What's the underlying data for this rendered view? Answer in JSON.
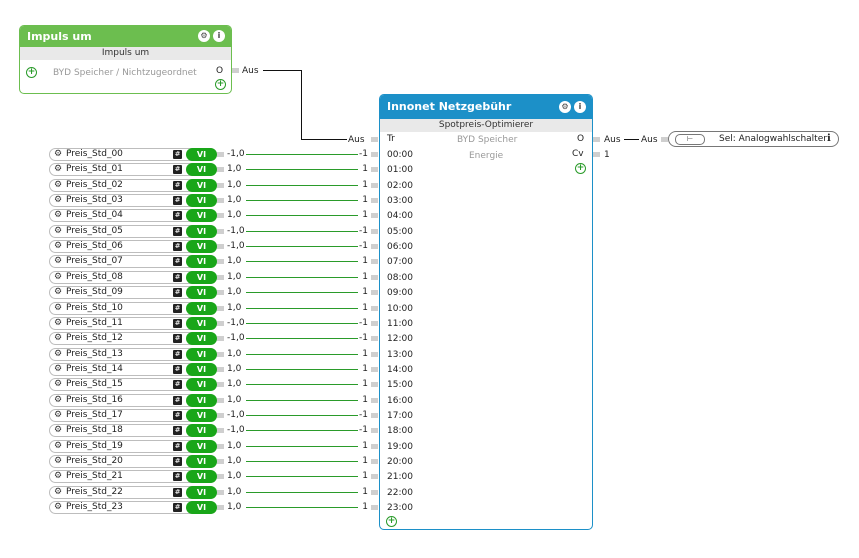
{
  "impuls": {
    "title": "Impuls um",
    "subtitle": "Impuls um",
    "input_label": "BYD Speicher / Nichtzugeordnet",
    "port_symbol": "O",
    "output_value": "Aus",
    "color": "#6cbe4f"
  },
  "innonet": {
    "title": "Innonet Netzgebühr",
    "subtitle": "Spotpreis-Optimierer",
    "name_line1": "BYD Speicher",
    "name_line2": "Energie",
    "tr_label": "Tr",
    "tr_input_value": "Aus",
    "out_o_label": "O",
    "out_o_value": "Aus",
    "out_cv_label": "Cv",
    "out_cv_value": "1",
    "color": "#1c90c8",
    "hours": [
      "00:00",
      "01:00",
      "02:00",
      "03:00",
      "04:00",
      "05:00",
      "06:00",
      "07:00",
      "08:00",
      "09:00",
      "10:00",
      "11:00",
      "12:00",
      "13:00",
      "14:00",
      "15:00",
      "16:00",
      "17:00",
      "18:00",
      "19:00",
      "20:00",
      "21:00",
      "22:00",
      "23:00"
    ],
    "input_values": [
      "-1",
      "1",
      "1",
      "1",
      "1",
      "-1",
      "-1",
      "1",
      "1",
      "1",
      "1",
      "-1",
      "-1",
      "1",
      "1",
      "1",
      "1",
      "-1",
      "-1",
      "1",
      "1",
      "1",
      "1",
      "1"
    ]
  },
  "preis_blocks": [
    {
      "name": "Preis_Std_00",
      "vi": "VI",
      "hash": "#",
      "out": "-1,0"
    },
    {
      "name": "Preis_Std_01",
      "vi": "VI",
      "hash": "#",
      "out": "1,0"
    },
    {
      "name": "Preis_Std_02",
      "vi": "VI",
      "hash": "#",
      "out": "1,0"
    },
    {
      "name": "Preis_Std_03",
      "vi": "VI",
      "hash": "#",
      "out": "1,0"
    },
    {
      "name": "Preis_Std_04",
      "vi": "VI",
      "hash": "#",
      "out": "1,0"
    },
    {
      "name": "Preis_Std_05",
      "vi": "VI",
      "hash": "#",
      "out": "-1,0"
    },
    {
      "name": "Preis_Std_06",
      "vi": "VI",
      "hash": "#",
      "out": "-1,0"
    },
    {
      "name": "Preis_Std_07",
      "vi": "VI",
      "hash": "#",
      "out": "1,0"
    },
    {
      "name": "Preis_Std_08",
      "vi": "VI",
      "hash": "#",
      "out": "1,0"
    },
    {
      "name": "Preis_Std_09",
      "vi": "VI",
      "hash": "#",
      "out": "1,0"
    },
    {
      "name": "Preis_Std_10",
      "vi": "VI",
      "hash": "#",
      "out": "1,0"
    },
    {
      "name": "Preis_Std_11",
      "vi": "VI",
      "hash": "#",
      "out": "-1,0"
    },
    {
      "name": "Preis_Std_12",
      "vi": "VI",
      "hash": "#",
      "out": "-1,0"
    },
    {
      "name": "Preis_Std_13",
      "vi": "VI",
      "hash": "#",
      "out": "1,0"
    },
    {
      "name": "Preis_Std_14",
      "vi": "VI",
      "hash": "#",
      "out": "1,0"
    },
    {
      "name": "Preis_Std_15",
      "vi": "VI",
      "hash": "#",
      "out": "1,0"
    },
    {
      "name": "Preis_Std_16",
      "vi": "VI",
      "hash": "#",
      "out": "1,0"
    },
    {
      "name": "Preis_Std_17",
      "vi": "VI",
      "hash": "#",
      "out": "-1,0"
    },
    {
      "name": "Preis_Std_18",
      "vi": "VI",
      "hash": "#",
      "out": "-1,0"
    },
    {
      "name": "Preis_Std_19",
      "vi": "VI",
      "hash": "#",
      "out": "1,0"
    },
    {
      "name": "Preis_Std_20",
      "vi": "VI",
      "hash": "#",
      "out": "1,0"
    },
    {
      "name": "Preis_Std_21",
      "vi": "VI",
      "hash": "#",
      "out": "1,0"
    },
    {
      "name": "Preis_Std_22",
      "vi": "VI",
      "hash": "#",
      "out": "1,0"
    },
    {
      "name": "Preis_Std_23",
      "vi": "VI",
      "hash": "#",
      "out": "1,0"
    }
  ],
  "analog": {
    "input_value": "Aus",
    "label": "Sel: Analogwahlschalter",
    "info_icon": "info-icon",
    "type_icon": "selector-icon"
  },
  "icons": {
    "settings": "gear-icon",
    "info": "info-icon",
    "add": "add-icon"
  },
  "wire_color": "#2a9b2a"
}
